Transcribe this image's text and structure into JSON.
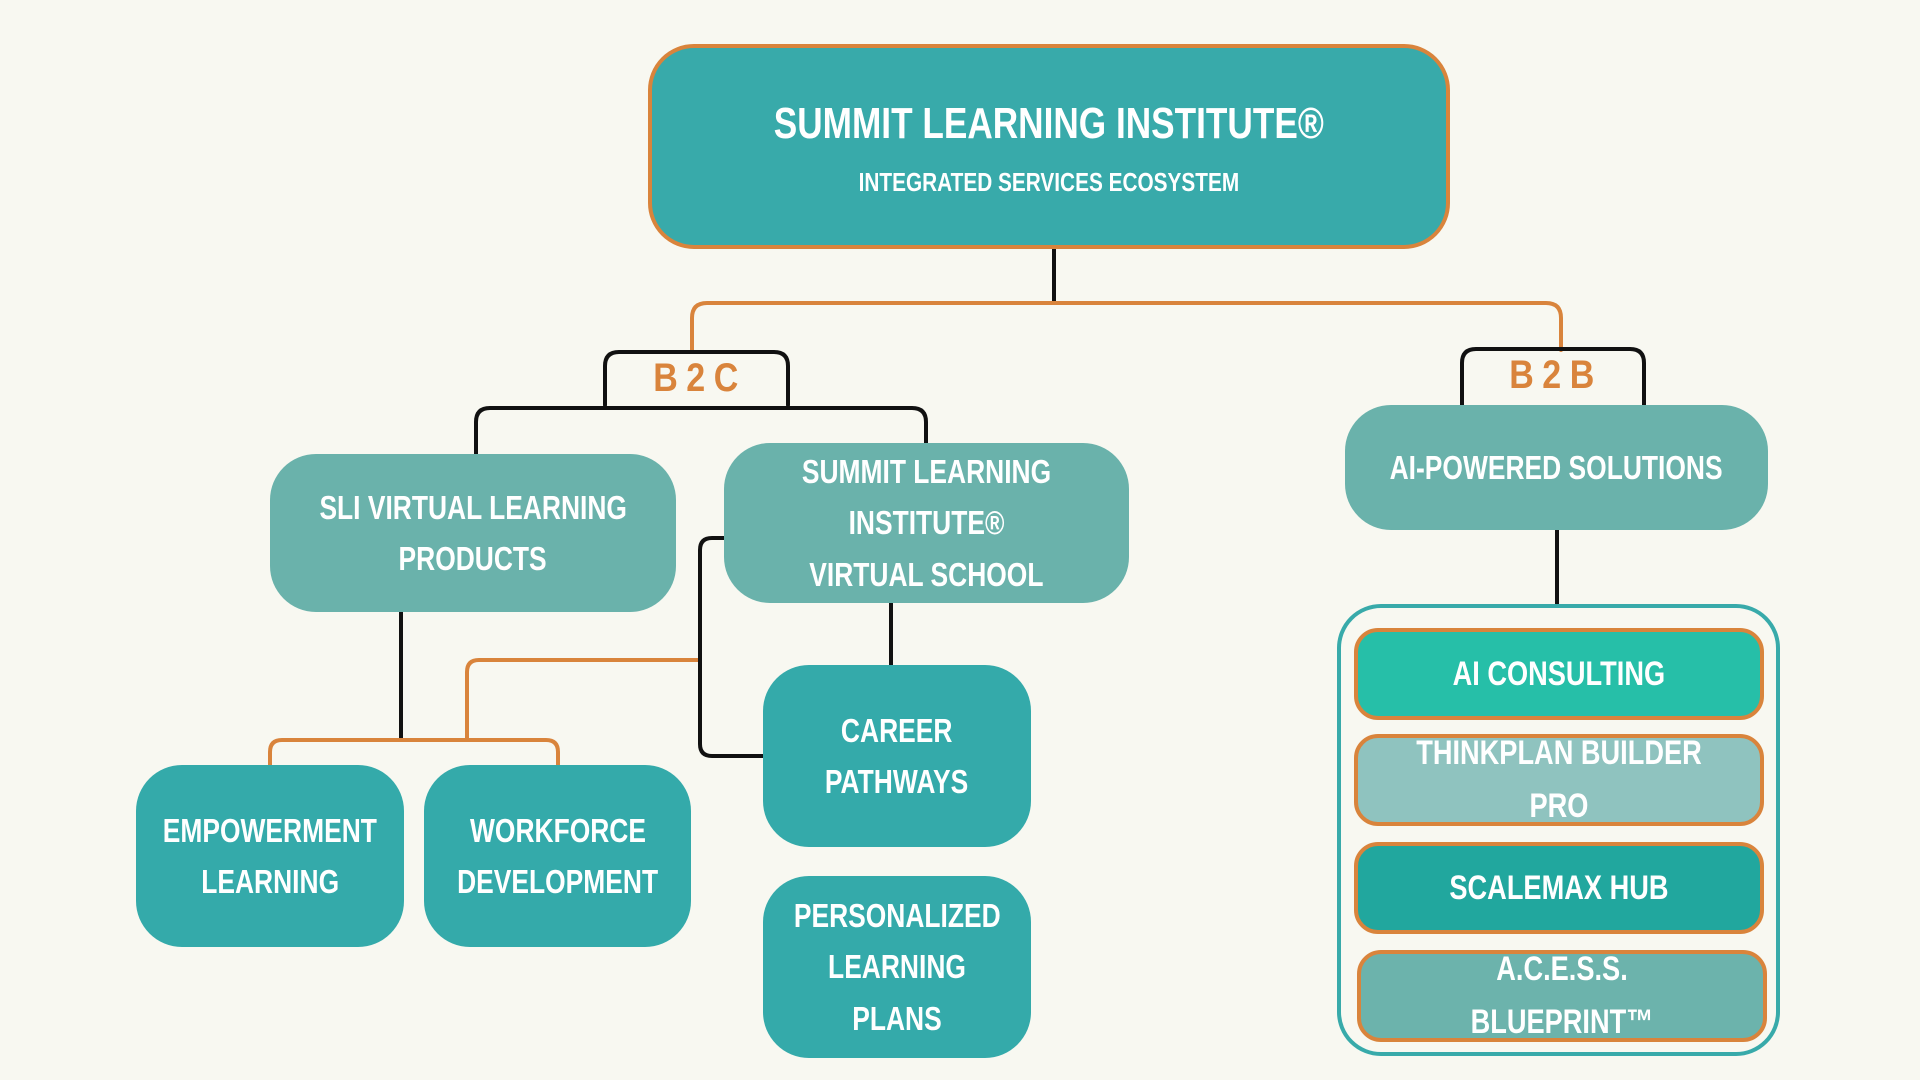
{
  "root": {
    "title": "SUMMIT LEARNING INSTITUTE®",
    "subtitle": "INTEGRATED SERVICES ECOSYSTEM"
  },
  "branches": {
    "b2c": "B2C",
    "b2b": "B2B"
  },
  "b2c_nodes": {
    "sli_products": [
      "SLI VIRTUAL LEARNING",
      "PRODUCTS"
    ],
    "virtual_school": [
      "SUMMIT LEARNING INSTITUTE®",
      "VIRTUAL SCHOOL"
    ]
  },
  "b2c_children": {
    "empowerment": [
      "EMPOWERMENT",
      "LEARNING"
    ],
    "workforce": [
      "WORKFORCE",
      "DEVELOPMENT"
    ],
    "career": [
      "CAREER",
      "PATHWAYS"
    ],
    "personalized": [
      "PERSONALIZED",
      "LEARNING PLANS"
    ]
  },
  "b2b_nodes": {
    "ai_solutions": "AI-POWERED SOLUTIONS"
  },
  "solutions": [
    "AI CONSULTING",
    "THINKPLAN BUILDER PRO",
    "SCALEMAX HUB",
    "A.C.E.S.S. BLUEPRINT™"
  ],
  "colors": {
    "background": "#f8f8f1",
    "teal_dark": "#38aaaa",
    "teal_muted": "#6ab2ab",
    "orange_accent": "#d9843c",
    "connector_dark": "#111111"
  }
}
